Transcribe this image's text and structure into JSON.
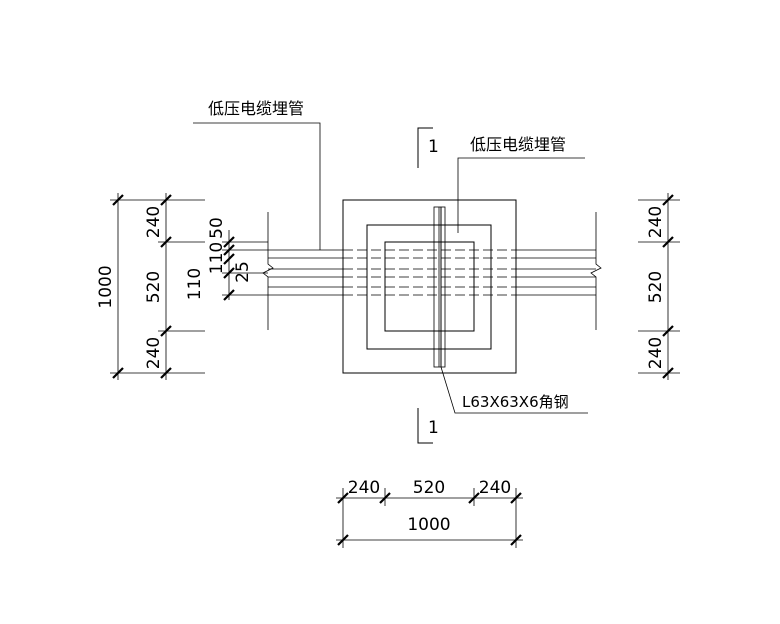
{
  "labels": {
    "pipe_label_left": "低压电缆埋管",
    "pipe_label_right": "低压电缆埋管",
    "angle_steel": "L63X63X6角钢",
    "section_top": "1",
    "section_bottom": "1"
  },
  "dims": {
    "left_total": "1000",
    "left_seg1": "240",
    "left_seg2": "520",
    "left_seg3": "240",
    "inner_50": "50",
    "inner_110a": "110",
    "inner_25": "25",
    "inner_110b": "110",
    "right_seg1": "240",
    "right_seg2": "520",
    "right_seg3": "240",
    "bottom_seg1": "240",
    "bottom_seg2": "520",
    "bottom_seg3": "240",
    "bottom_total": "1000"
  }
}
